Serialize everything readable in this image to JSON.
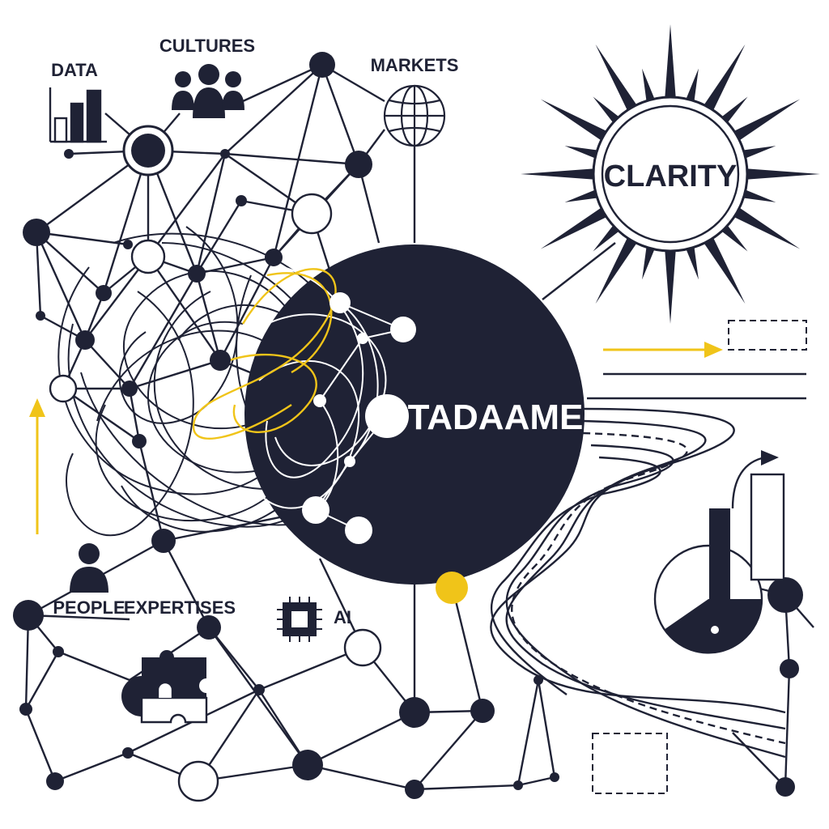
{
  "colors": {
    "ink": "#1f2235",
    "accent": "#f0c419",
    "background": "#ffffff"
  },
  "labels": {
    "data": "DATA",
    "cultures": "CULTURES",
    "markets": "MARKETS",
    "clarity": "CLARITY",
    "center": "TADAAME",
    "people": "PEOPLE",
    "expertises": "EXPERTISES",
    "ai": "AI"
  },
  "icons": {
    "data": "bar-chart-icon",
    "cultures": "people-group-icon",
    "markets": "globe-icon",
    "people": "person-icon",
    "expertises": "puzzle-icon",
    "ai": "chip-icon",
    "clarity": "sun-icon",
    "growth": "growth-chart-icon"
  }
}
